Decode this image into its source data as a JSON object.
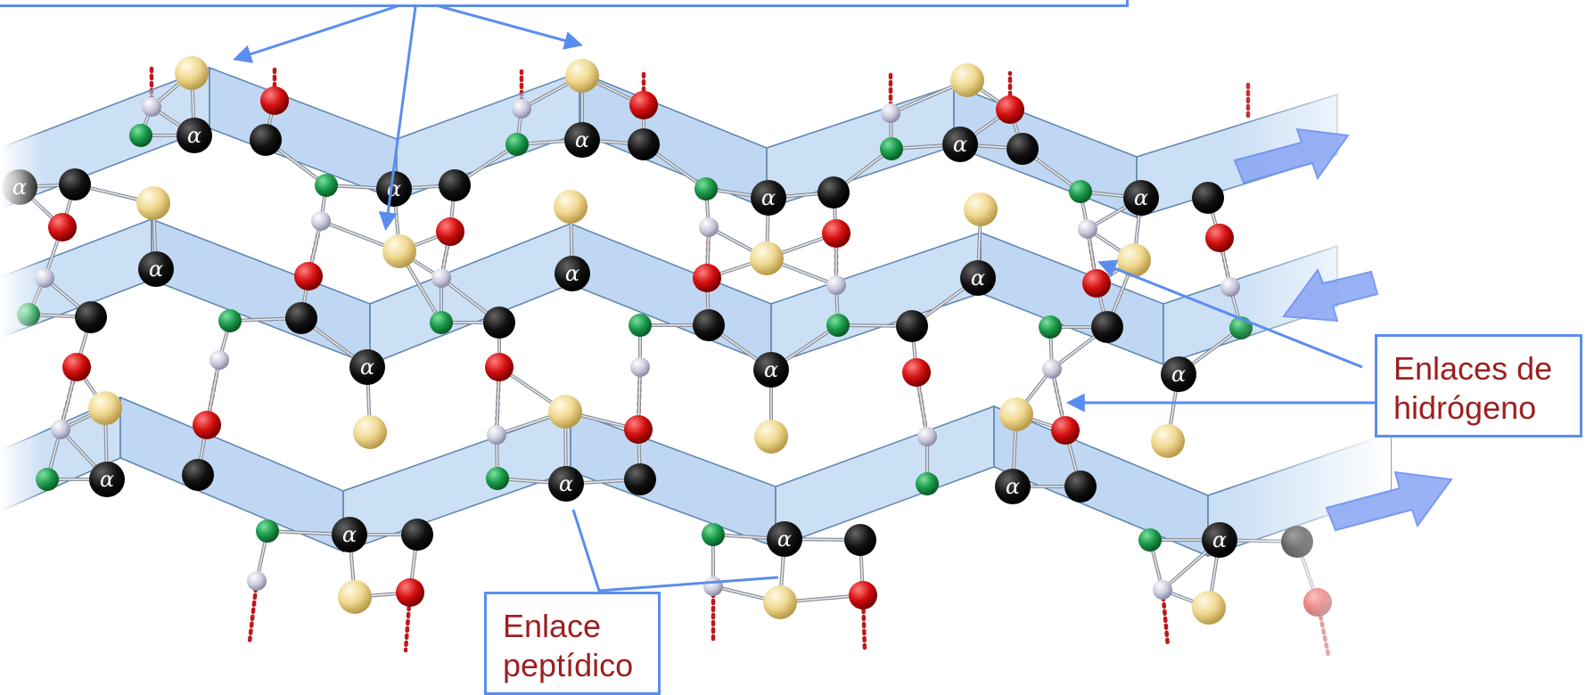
{
  "labels": {
    "hydrogen_bonds_line1": "Enlaces de",
    "hydrogen_bonds_line2": "hidrógeno",
    "peptide_line1": "Enlace",
    "peptide_line2": "peptídico",
    "alpha": "α"
  },
  "colors": {
    "sheet_fill": "#a9c9ee",
    "sheet_stroke": "#5d84ad",
    "carbon": "#111111",
    "oxygen": "#d40f0f",
    "nitrogen": "#1a9a4a",
    "hydrogen": "#c9c9dc",
    "side_chain": "#f0d890",
    "arrow": "#6d8ff2",
    "label_text": "#9c1f1f",
    "label_border": "#5b8def"
  }
}
